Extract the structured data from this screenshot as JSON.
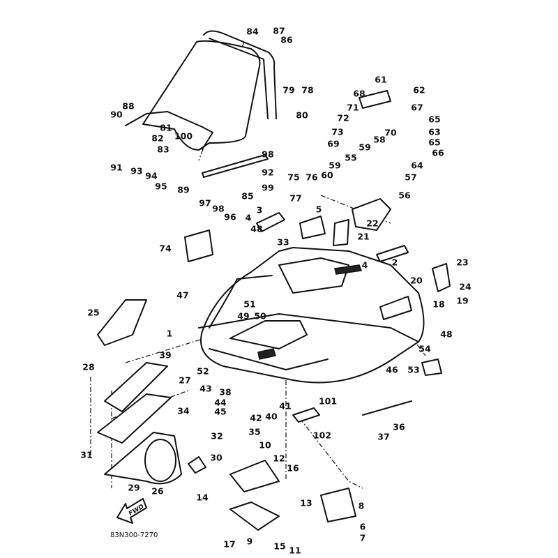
{
  "diagram": {
    "drawing_code": "83N300-7270",
    "direction_arrow_label": "FWD",
    "callouts": [
      "84",
      "87",
      "86",
      "79",
      "78",
      "80",
      "88",
      "90",
      "81",
      "82",
      "83",
      "100",
      "91",
      "93",
      "94",
      "95",
      "89",
      "98",
      "92",
      "99",
      "97",
      "98",
      "96",
      "85",
      "61",
      "62",
      "68",
      "67",
      "71",
      "72",
      "65",
      "73",
      "70",
      "63",
      "69",
      "58",
      "65",
      "59",
      "66",
      "64",
      "55",
      "57",
      "59",
      "60",
      "56",
      "75",
      "76",
      "77",
      "3",
      "5",
      "4",
      "48",
      "22",
      "21",
      "33",
      "74",
      "2",
      "4",
      "23",
      "24",
      "47",
      "20",
      "18",
      "19",
      "25",
      "51",
      "49",
      "50",
      "1",
      "48",
      "39",
      "52",
      "46",
      "54",
      "53",
      "28",
      "27",
      "43",
      "38",
      "44",
      "45",
      "42",
      "40",
      "41",
      "101",
      "36",
      "34",
      "102",
      "37",
      "31",
      "32",
      "35",
      "10",
      "30",
      "12",
      "16",
      "29",
      "26",
      "14",
      "13",
      "8",
      "6",
      "7",
      "17",
      "9",
      "15",
      "11"
    ]
  }
}
